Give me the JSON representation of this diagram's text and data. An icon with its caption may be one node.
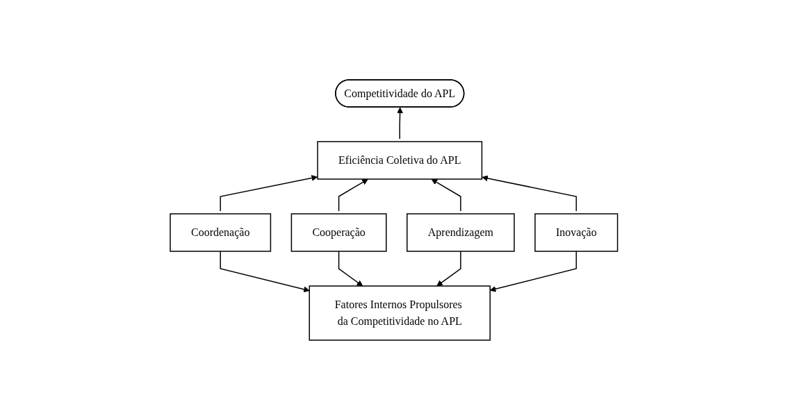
{
  "diagram": {
    "nodes": [
      {
        "text": [
          "Competitividade do APL"
        ]
      },
      {
        "text": [
          "Eficiência Coletiva do APL"
        ]
      },
      {
        "text": [
          "Coordenação"
        ]
      },
      {
        "text": [
          "Cooperação"
        ]
      },
      {
        "text": [
          "Aprendizagem"
        ]
      },
      {
        "text": [
          "Inovação"
        ]
      },
      {
        "text": [
          "Fatores Internos Propulsores da Competitividade no APL"
        ]
      }
    ],
    "edges": [
      {
        "from": 1,
        "to": 0,
        "arrow": "to"
      },
      {
        "from": 2,
        "to": 1,
        "arrow": "to"
      },
      {
        "from": 3,
        "to": 1,
        "arrow": "to"
      },
      {
        "from": 4,
        "to": 1,
        "arrow": "to"
      },
      {
        "from": 5,
        "to": 1,
        "arrow": "to"
      },
      {
        "from": 2,
        "to": 6,
        "arrow": "to"
      },
      {
        "from": 3,
        "to": 6,
        "arrow": "to"
      },
      {
        "from": 4,
        "to": 6,
        "arrow": "to"
      },
      {
        "from": 5,
        "to": 6,
        "arrow": "to"
      }
    ]
  }
}
